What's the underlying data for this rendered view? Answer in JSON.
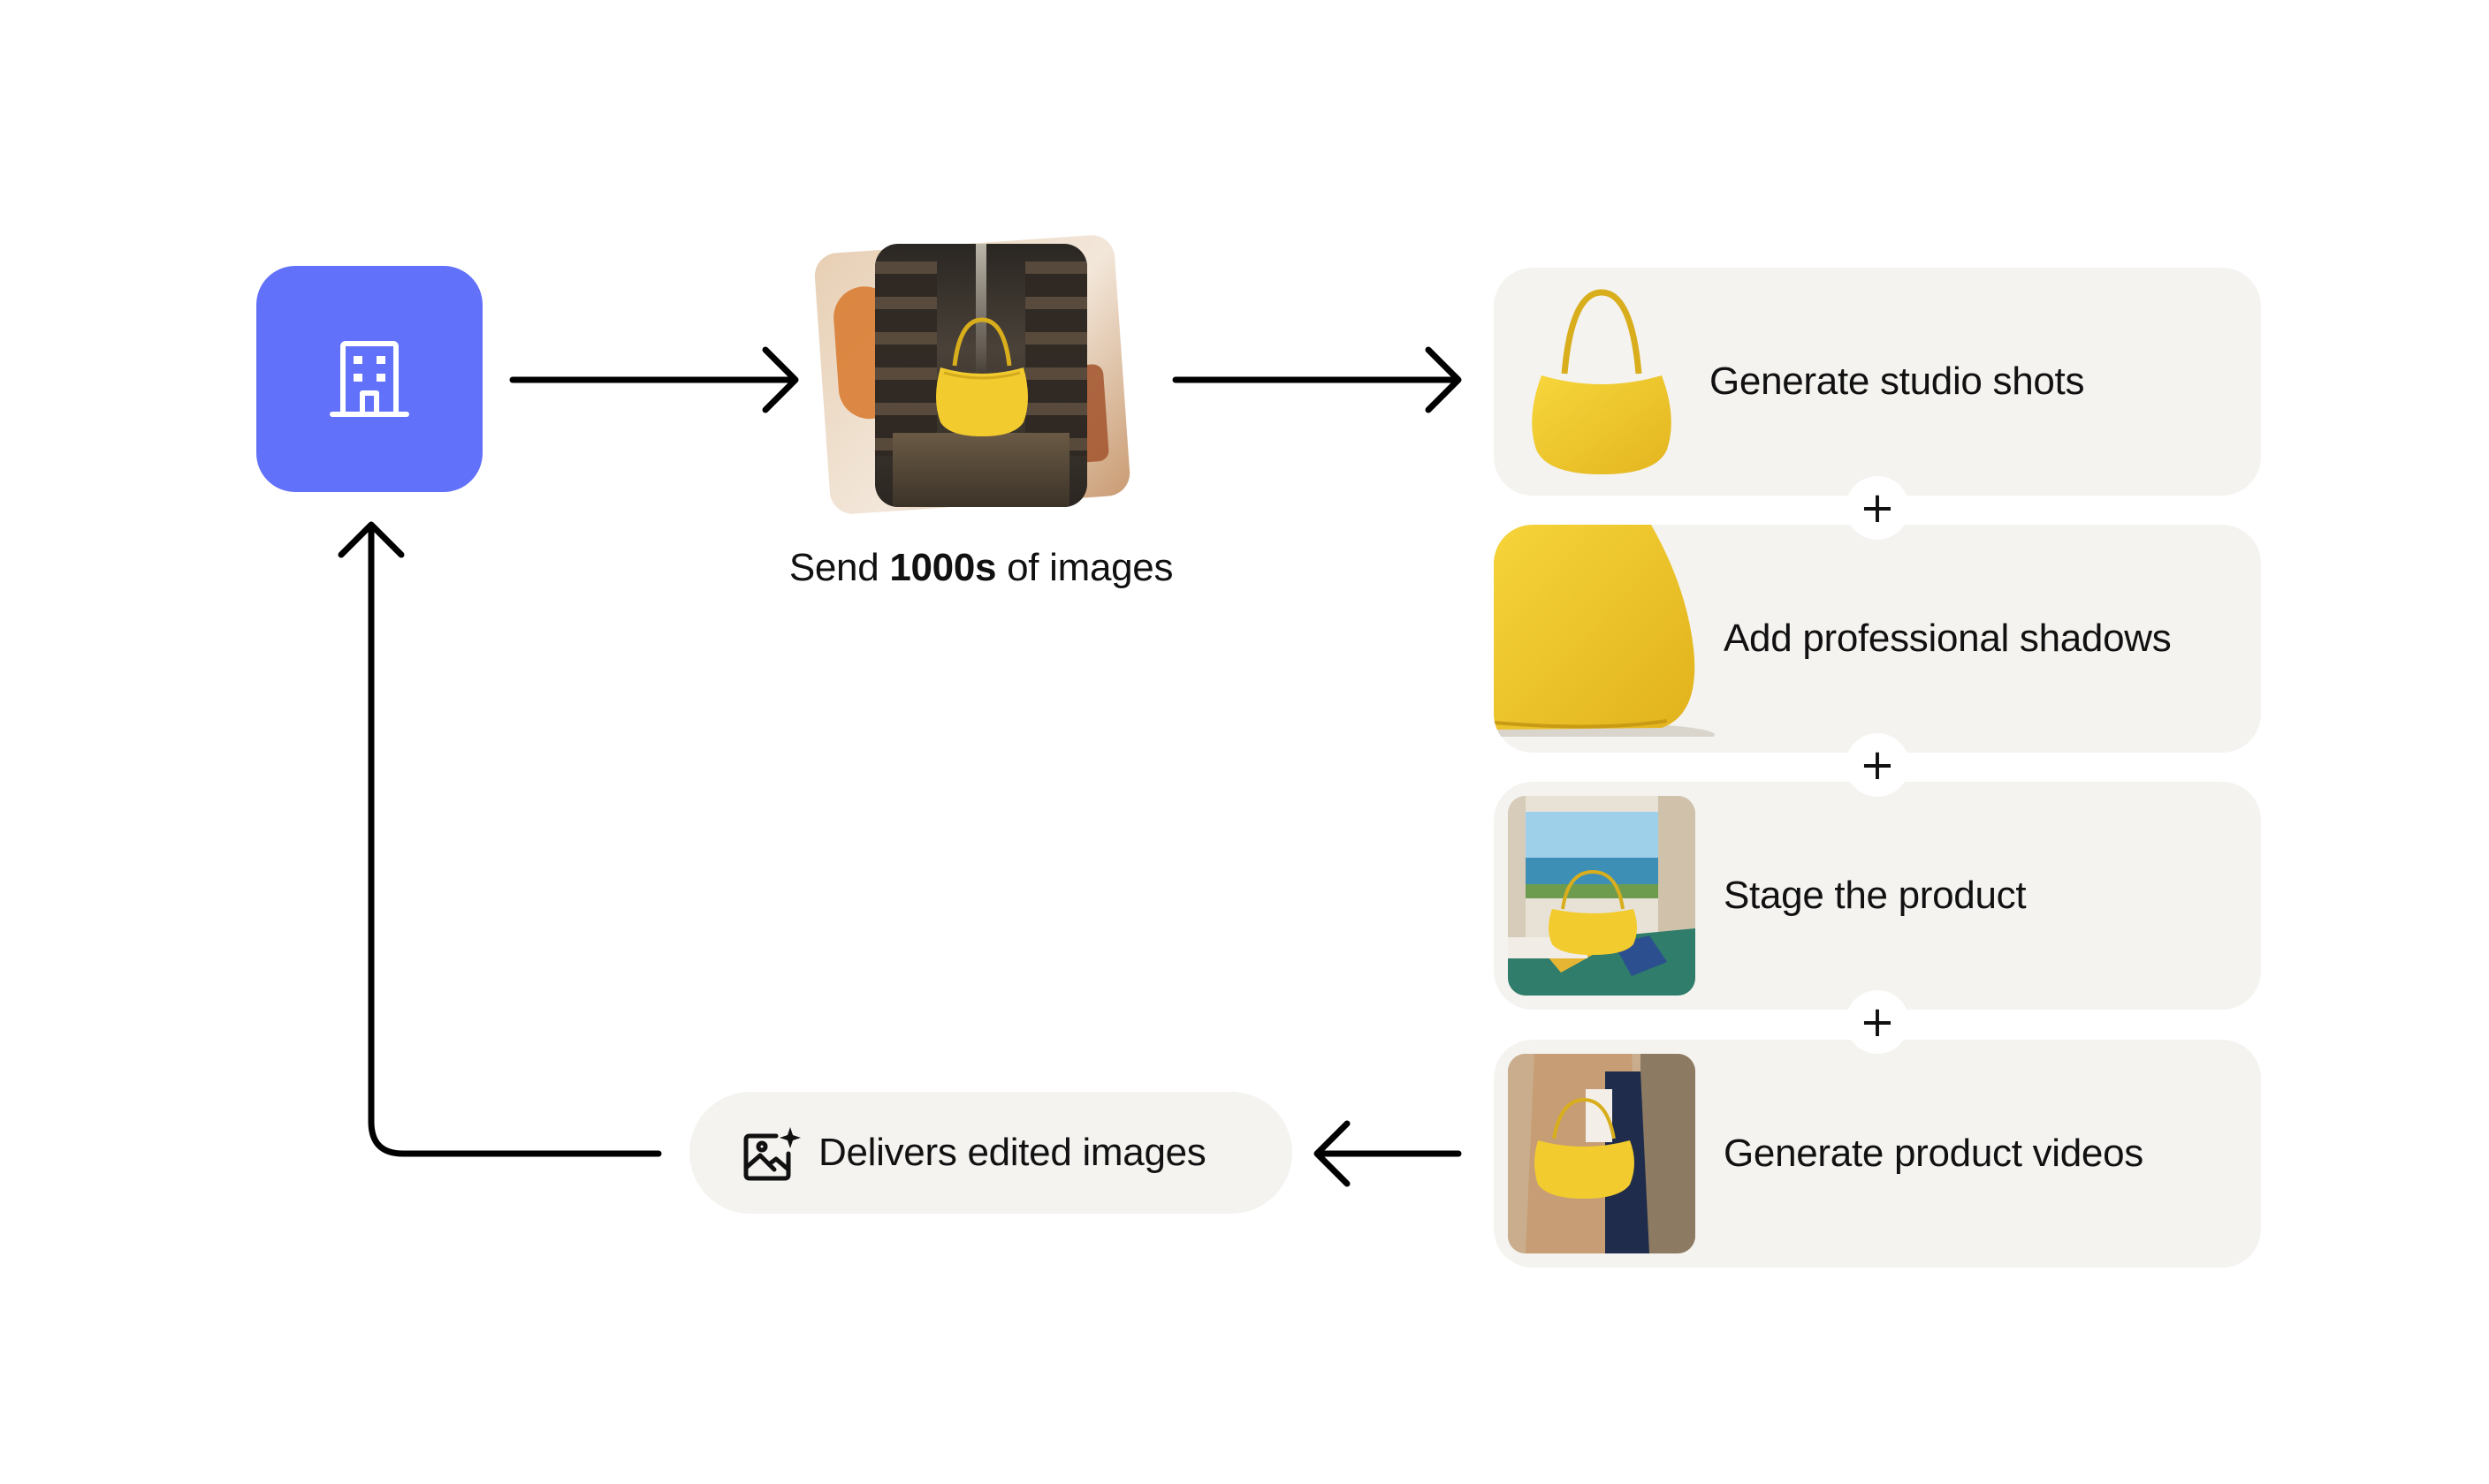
{
  "colors": {
    "accent": "#6271FA",
    "card_bg": "#F4F3F0",
    "product_yellow": "#F2CB2E",
    "text": "#111111",
    "arrow": "#000000"
  },
  "company": {
    "icon": "building-icon"
  },
  "upload": {
    "caption_prefix": "Send ",
    "caption_bold": "1000s",
    "caption_suffix": " of images"
  },
  "steps": [
    {
      "label": "Generate studio shots",
      "thumbnail": "yellow-handbag-studio"
    },
    {
      "label": "Add professional shadows",
      "thumbnail": "yellow-handbag-shadow-closeup"
    },
    {
      "label": "Stage the product",
      "thumbnail": "yellow-handbag-staged-scene"
    },
    {
      "label": "Generate product videos",
      "thumbnail": "yellow-handbag-model-video"
    }
  ],
  "step_joiner": "+",
  "deliver": {
    "icon": "image-sparkle-icon",
    "label": "Delivers edited images"
  }
}
